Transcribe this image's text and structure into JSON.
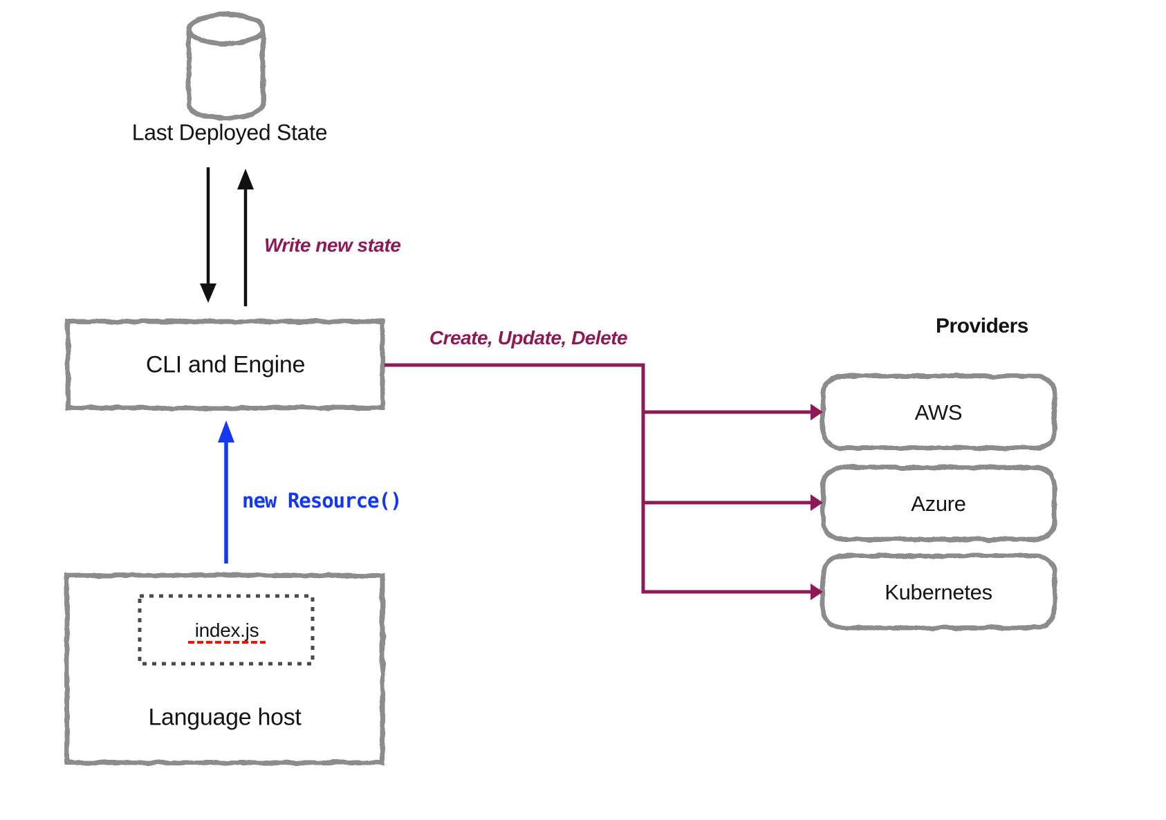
{
  "diagram": {
    "nodes": {
      "state_store": {
        "label": "Last Deployed State",
        "icon": "database-cylinder-icon"
      },
      "cli_engine": {
        "label": "CLI and Engine"
      },
      "language_host": {
        "label": "Language host",
        "file_label": "index.js"
      },
      "providers_heading": "Providers",
      "providers": [
        {
          "label": "AWS"
        },
        {
          "label": "Azure"
        },
        {
          "label": "Kubernetes"
        }
      ]
    },
    "edges": {
      "write_new_state_label": "Write new state",
      "crud_label": "Create, Update, Delete",
      "new_resource_label": "new Resource()"
    },
    "colors": {
      "accent_maroon": "#8C1A55",
      "accent_blue": "#1437F0",
      "sketch_gray": "#8C8C8C",
      "dotted_gray": "#4A4A4A",
      "text_black": "#141414",
      "spellcheck_red": "#EE1406"
    }
  }
}
